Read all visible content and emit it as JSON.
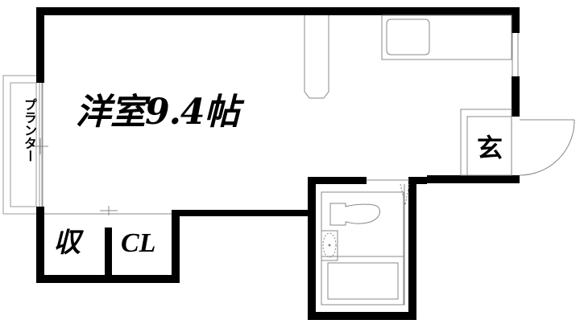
{
  "floor_plan": {
    "rooms": {
      "main": {
        "label": "洋室9.4帖",
        "type": "western-style room",
        "size_jo": 9.4
      },
      "storage": {
        "label": "収"
      },
      "closet": {
        "label": "CL"
      },
      "entrance": {
        "label": "玄"
      },
      "bathroom": {
        "label": ""
      }
    },
    "planter": {
      "label": "プランター"
    },
    "colors": {
      "wall": "#000000",
      "fixture_line": "#888888",
      "background": "#ffffff"
    }
  }
}
